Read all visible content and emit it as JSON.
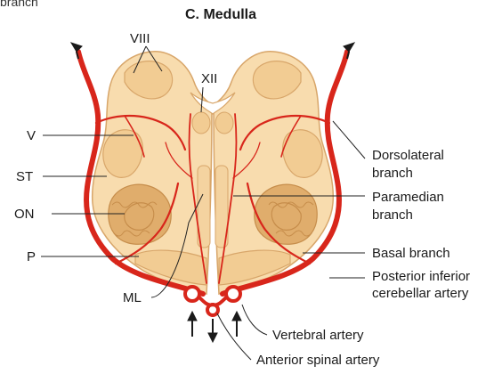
{
  "top_fragment": "branch",
  "title": "C. Medulla",
  "left_labels": {
    "viii": "VIII",
    "xii": "XII",
    "v": "V",
    "st": "ST",
    "on": "ON",
    "p": "P",
    "ml": "ML"
  },
  "right_labels": {
    "dorsolateral_1": "Dorsolateral",
    "dorsolateral_2": "branch",
    "paramedian_1": "Paramedian",
    "paramedian_2": "branch",
    "basal": "Basal branch",
    "pica_1": "Posterior inferior",
    "pica_2": "cerebellar artery",
    "vertebral": "Vertebral artery",
    "anterior_spinal": "Anterior spinal artery"
  },
  "colors": {
    "tissue": "#f8dcae",
    "tissue_outline": "#d8a66a",
    "nucleus": "#e8b978",
    "olive": "#d9a160",
    "artery": "#d8261b",
    "leader": "#222222"
  }
}
